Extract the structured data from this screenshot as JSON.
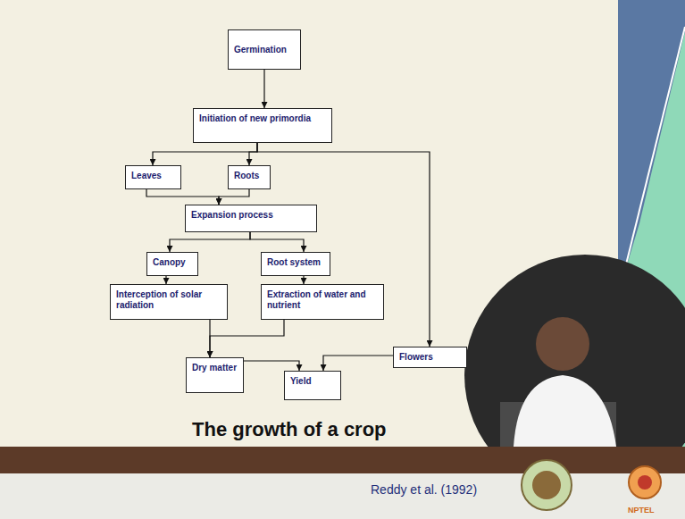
{
  "diagram": {
    "caption": "The growth of a crop",
    "nodes": [
      {
        "text": [
          "Germination"
        ]
      },
      {
        "text": [
          "Initiation of new primordia"
        ]
      },
      {
        "text": [
          "Leaves"
        ]
      },
      {
        "text": [
          "Roots"
        ]
      },
      {
        "text": [
          "Expansion process"
        ]
      },
      {
        "text": [
          "Canopy"
        ]
      },
      {
        "text": [
          "Root system"
        ]
      },
      {
        "text": [
          "Interception of solar radiation"
        ]
      },
      {
        "text": [
          "Extraction of water and nutrient"
        ]
      },
      {
        "text": [
          "Flowers"
        ]
      },
      {
        "text": [
          "Dry matter"
        ]
      },
      {
        "text": [
          "Yield"
        ]
      }
    ],
    "edges": [
      {
        "from": 0,
        "to": 1,
        "arrow": "to"
      },
      {
        "from": 1,
        "to": 2,
        "arrow": "to"
      },
      {
        "from": 1,
        "to": 3,
        "arrow": "to"
      },
      {
        "from": 1,
        "to": 9,
        "arrow": "to"
      },
      {
        "from": 2,
        "to": 4,
        "arrow": "to"
      },
      {
        "from": 3,
        "to": 4,
        "arrow": "to"
      },
      {
        "from": 4,
        "to": 5,
        "arrow": "to"
      },
      {
        "from": 4,
        "to": 6,
        "arrow": "to"
      },
      {
        "from": 5,
        "to": 7,
        "arrow": "to"
      },
      {
        "from": 6,
        "to": 8,
        "arrow": "to"
      },
      {
        "from": 7,
        "to": 10,
        "arrow": "to"
      },
      {
        "from": 8,
        "to": 10,
        "arrow": "to"
      },
      {
        "from": 10,
        "to": 11,
        "arrow": "to"
      },
      {
        "from": 9,
        "to": 11,
        "arrow": "to"
      }
    ],
    "labels": [
      "Reddy et al. (1992)",
      "NPTEL"
    ]
  }
}
